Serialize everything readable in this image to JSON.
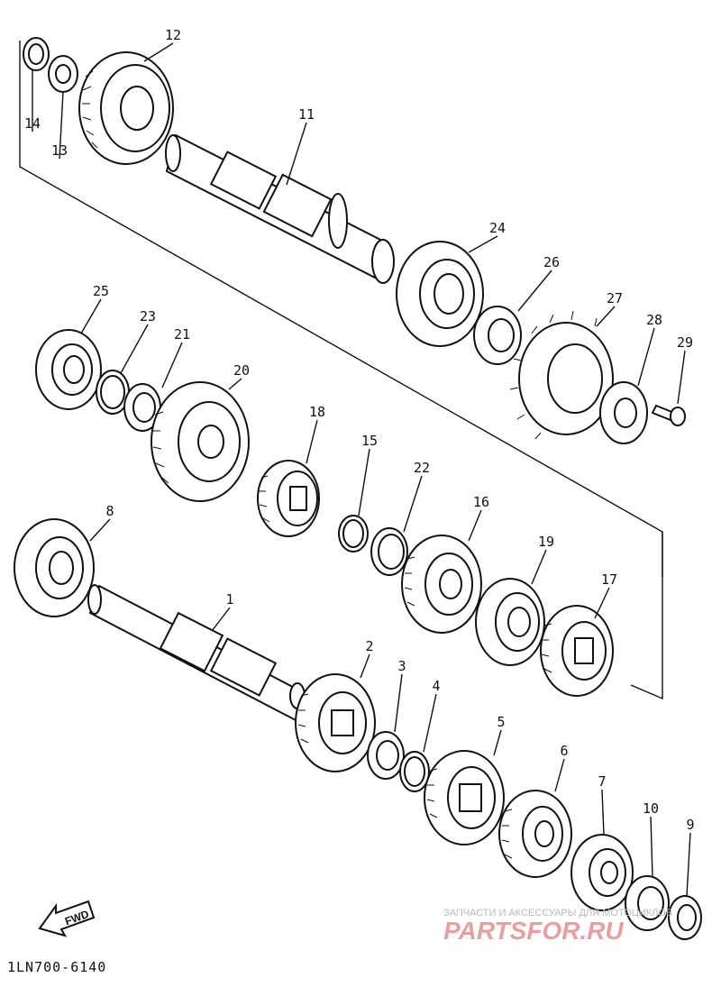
{
  "diagram": {
    "code": "1LN700-6140",
    "fwd_label": "FWD",
    "watermark_top": "ЗАПЧАСТИ И АКСЕССУАРЫ ДЛЯ МОТОЦИКЛОВ",
    "watermark_brand": "PARTSFOR.RU",
    "part_labels": [
      "1",
      "2",
      "3",
      "4",
      "5",
      "6",
      "7",
      "8",
      "9",
      "10",
      "11",
      "12",
      "13",
      "14",
      "15",
      "16",
      "17",
      "18",
      "19",
      "20",
      "21",
      "22",
      "23",
      "24",
      "25",
      "26",
      "27",
      "28",
      "29"
    ]
  }
}
